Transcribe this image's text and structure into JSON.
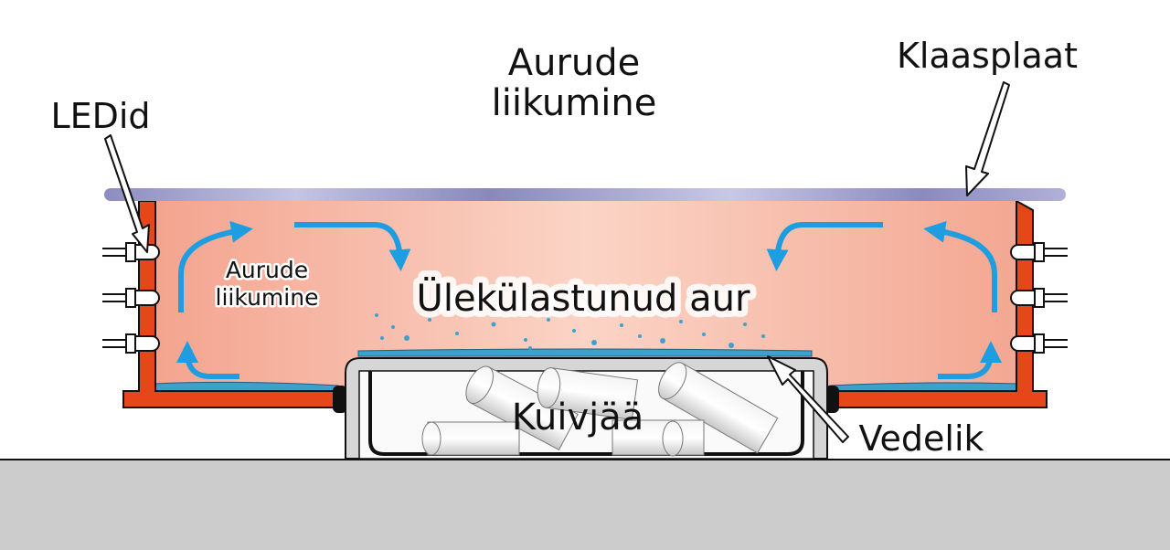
{
  "labels": {
    "vapor_motion_top_line1": "Aurude",
    "vapor_motion_top_line2": "liikumine",
    "glass_plate": "Klaasplaat",
    "leds": "LEDid",
    "vapor_motion_inner_line1": "Aurude",
    "vapor_motion_inner_line2": "liikumine",
    "supersaturated_vapor": "Ülekülastunud aur",
    "dry_ice": "Kuivjää",
    "liquid": "Vedelik"
  },
  "colors": {
    "chamber_wall": "#e5471b",
    "chamber_interior": "#f6b8a6",
    "glass_plate": "#9a9ac8",
    "vapor_flow": "#1e9ee0",
    "liquid": "#3fa0cc",
    "ground": "#cccccc",
    "dry_ice_tray": "#d6d6d6"
  }
}
